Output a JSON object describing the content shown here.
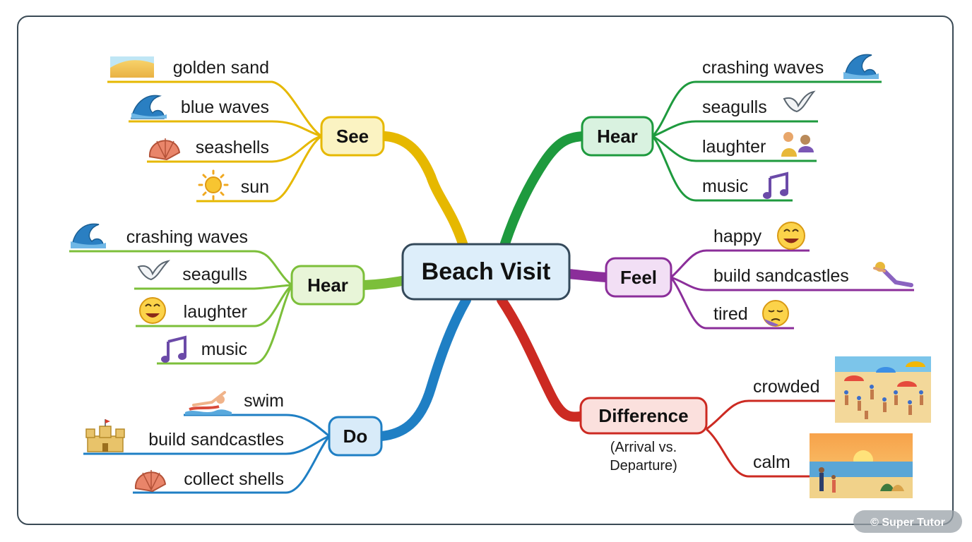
{
  "center": {
    "label": "Beach Visit"
  },
  "branches": {
    "see": {
      "label": "See",
      "color": "#e6b800",
      "items": [
        {
          "label": "golden sand",
          "icon": "sand-dune-icon"
        },
        {
          "label": "blue waves",
          "icon": "wave-icon"
        },
        {
          "label": "seashells",
          "icon": "seashell-icon"
        },
        {
          "label": "sun",
          "icon": "sun-icon"
        }
      ]
    },
    "hear_left": {
      "label": "Hear",
      "color": "#7cbf3a",
      "items": [
        {
          "label": "crashing waves",
          "icon": "wave-icon"
        },
        {
          "label": "seagulls",
          "icon": "seagull-icon"
        },
        {
          "label": "laughter",
          "icon": "laughing-face-icon"
        },
        {
          "label": "music",
          "icon": "music-note-icon"
        }
      ]
    },
    "do": {
      "label": "Do",
      "color": "#1f7fc4",
      "items": [
        {
          "label": "swim",
          "icon": "swimmer-icon"
        },
        {
          "label": "build sandcastles",
          "icon": "sandcastle-icon"
        },
        {
          "label": "collect shells",
          "icon": "seashell-icon"
        }
      ]
    },
    "hear_right": {
      "label": "Hear",
      "color": "#1e9a3e",
      "items": [
        {
          "label": "crashing waves",
          "icon": "wave-icon"
        },
        {
          "label": "seagulls",
          "icon": "seagull-icon"
        },
        {
          "label": "laughter",
          "icon": "people-laughing-icon"
        },
        {
          "label": "music",
          "icon": "music-note-icon"
        }
      ]
    },
    "feel": {
      "label": "Feel",
      "color": "#8b2e9a",
      "items": [
        {
          "label": "happy",
          "icon": "happy-face-icon"
        },
        {
          "label": "build sandcastles",
          "icon": "relaxing-person-icon"
        },
        {
          "label": "tired",
          "icon": "tired-face-icon"
        }
      ]
    },
    "difference": {
      "label": "Difference",
      "sublabel_1": "(Arrival vs.",
      "sublabel_2": "Departure)",
      "color": "#cc2a22",
      "items": [
        {
          "label": "crowded",
          "icon": "crowded-beach-image"
        },
        {
          "label": "calm",
          "icon": "calm-sunset-beach-image"
        }
      ]
    }
  },
  "watermark": "© Super Tutor"
}
